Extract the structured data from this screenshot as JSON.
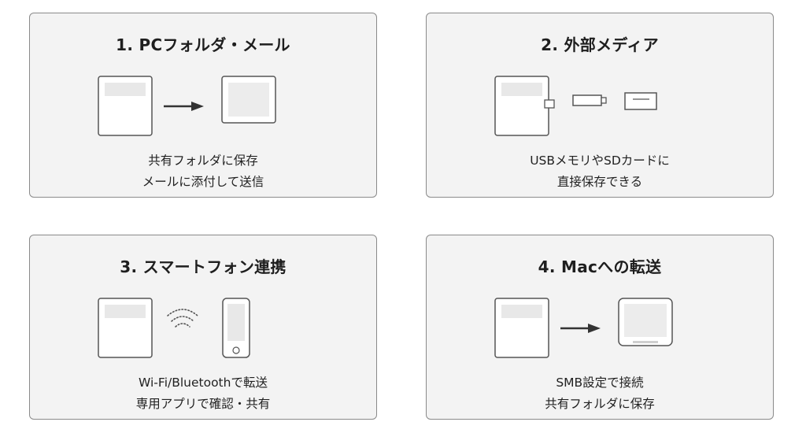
{
  "cards": [
    {
      "title": "1. PCフォルダ・メール",
      "lines": [
        "共有フォルダに保存",
        "メールに添付して送信"
      ],
      "illustration": "device-arrow-folder"
    },
    {
      "title": "2. 外部メディア",
      "lines": [
        "USBメモリやSDカードに",
        "直接保存できる"
      ],
      "illustration": "device-usb-sdcard"
    },
    {
      "title": "3. スマートフォン連携",
      "lines": [
        "Wi-Fi/Bluetoothで転送",
        "専用アプリで確認・共有"
      ],
      "illustration": "device-wireless-phone"
    },
    {
      "title": "4. Macへの転送",
      "lines": [
        "SMB設定で接続",
        "共有フォルダに保存"
      ],
      "illustration": "device-arrow-monitor"
    }
  ],
  "colors": {
    "card_background": "#f3f3f3",
    "card_border": "#8a8a8a",
    "icon_stroke": "#555555",
    "icon_fill_inner": "#e6e6e6"
  }
}
